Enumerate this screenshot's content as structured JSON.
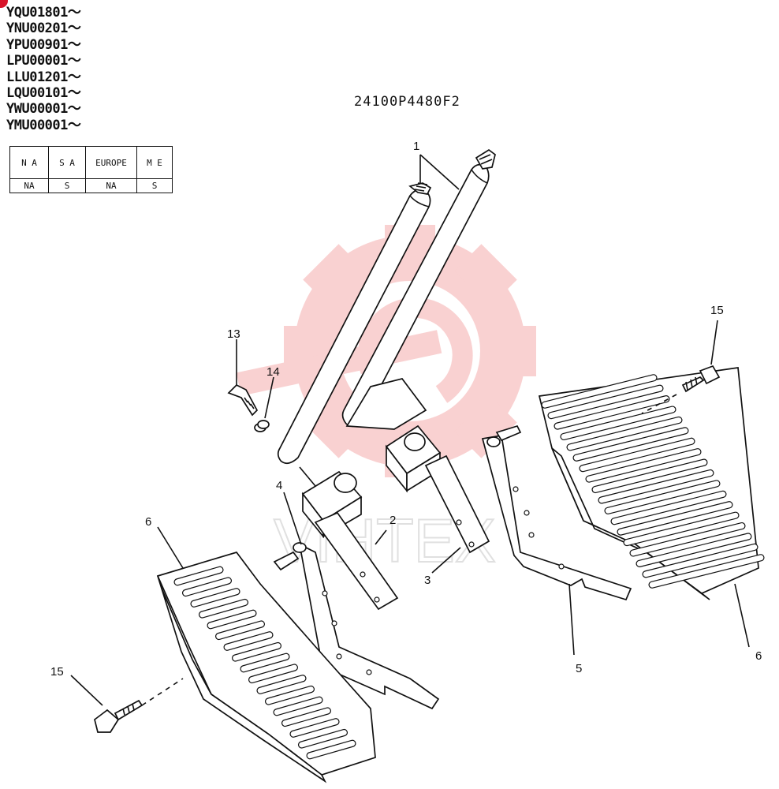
{
  "serial_numbers": [
    "YQU01801～",
    "YNU00201～",
    "YPU00901～",
    "LPU00001～",
    "LLU01201～",
    "LQU00101～",
    "YWU00001～",
    "YMU00001～"
  ],
  "region_table": {
    "headers": [
      "N A",
      "S A",
      "EUROPE",
      "M E"
    ],
    "values": [
      "NA",
      "S",
      "NA",
      "S"
    ]
  },
  "drawing_number": "24100P4480F2",
  "callouts": {
    "c1": "1",
    "c2": "2",
    "c3": "3",
    "c4": "4",
    "c5": "5",
    "c6a": "6",
    "c6b": "6",
    "c13": "13",
    "c14": "14",
    "c15a": "15",
    "c15b": "15"
  },
  "watermark": {
    "text": "VIHTEX",
    "color": "#f29a9a"
  }
}
